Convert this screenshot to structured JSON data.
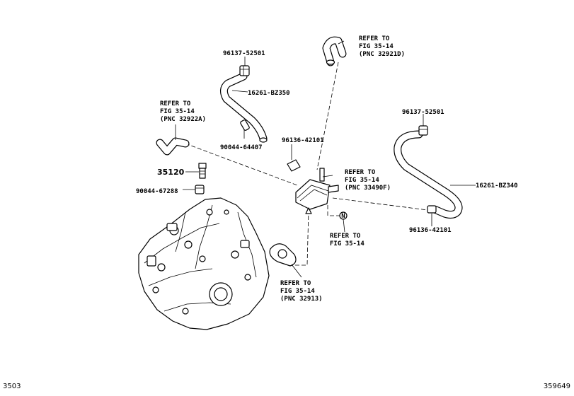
{
  "labels": {
    "clip_top": "96137-52501",
    "hose_left": "16261-BZ350",
    "refer_left": [
      "REFER TO",
      "FIG 35-14",
      "(PNC 32922A)"
    ],
    "bolt_left": "90044-64407",
    "clamp_center": "96136-42101",
    "sensor": "35120",
    "plug": "90044-67288",
    "refer_top": [
      "REFER TO",
      "FIG 35-14",
      "(PNC 32921D)"
    ],
    "refer_cooler": [
      "REFER TO",
      "FIG 35-14",
      "(PNC 33490F)"
    ],
    "refer_n": [
      "REFER TO",
      "FIG 35-14"
    ],
    "refer_gasket": [
      "REFER TO",
      "FIG 35-14",
      "(PNC 32913)"
    ],
    "clip_right": "96137-52501",
    "hose_right": "16261-BZ340",
    "clamp_right": "96136-42101",
    "n_marker": "N"
  },
  "footer": {
    "left_code": "3503",
    "right_code": "359649"
  }
}
